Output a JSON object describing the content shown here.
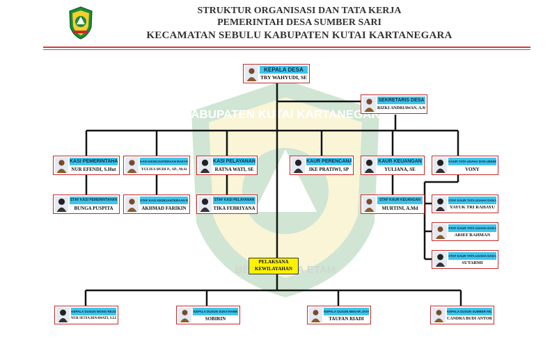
{
  "header": {
    "line1": "STRUKTUR ORGANISASI DAN TATA KERJA",
    "line2": "PEMERINTAH DESA SUMBER SARI",
    "line3": "KECAMATAN SEBULU KABUPATEN KUTAI KARTANEGARA"
  },
  "watermark": {
    "top_text": "KABUPATEN KUTAI KARTANEGARA",
    "bottom_text": "BENA BENUA ETAM"
  },
  "colors": {
    "accent_red": "#c62828",
    "role_blue": "#3fc4ea",
    "role_yellow": "#ffe23a",
    "pelaksana_yellow": "#fff200",
    "watermark_green": "#2e8b3a"
  },
  "pelaksana": {
    "line1": "PELAKSANA",
    "line2": "KEWILAYAHAN"
  },
  "positions": {
    "kepala_desa": {
      "role": "KEPALA DESA",
      "name": "TRY WAHYUDI, SE"
    },
    "sekretaris": {
      "role": "SEKRETARIS DESA",
      "name": "RIZKI ANDRIAWAN, A.Md"
    },
    "kasi_pemerintahan": {
      "role": "KASI PEMERINTAHAN",
      "name": "NUR EFENDI, S.Hut"
    },
    "kasi_kesejahteraan": {
      "role": "KASI KESEJAHTERAAN RAKYAT",
      "name": "YULIUS BUDI P., SP., M.Si"
    },
    "kasi_pelayanan": {
      "role": "KASI PELAYANAN",
      "name": "RATNA WATI, SE"
    },
    "kaur_perencanaan": {
      "role": "KAUR PERENCANAAN",
      "name": "IKE PRATIWI, SP"
    },
    "kaur_keuangan": {
      "role": "KAUR KEUANGAN",
      "name": "YULIANA, SE"
    },
    "kaur_tu_umum": {
      "role": "KAUR TATA USAHA DAN UMUM",
      "name": "VONY"
    },
    "staf_pemerintahan": {
      "role": "STAF KASI PEMERINTAHAN",
      "name": "BUNGA PUSPITA"
    },
    "staf_kesejahteraan": {
      "role": "STAF KASI KESEJAHTERAAN RAKYAT",
      "name": "AKHMAD FARIKIN"
    },
    "staf_pelayanan": {
      "role": "STAF KASI PELAYANAN",
      "name": "TIKA FEBRIYANA"
    },
    "staf_keuangan": {
      "role": "STAF KAUR KEUANGAN",
      "name": "MURTINI, A.Md"
    },
    "staf_tu_1": {
      "role": "STAF KAUR TATA USAHA DAN UMUM",
      "name": "YAYUK TRI RAHAYU"
    },
    "staf_tu_2": {
      "role": "STAF KAUR TATA USAHA DAN UMUM",
      "name": "ARIEF RAHMAN"
    },
    "staf_tu_3": {
      "role": "STAF KAUR TATA USAHA DAN UMUM",
      "name": "SUTARMI"
    },
    "kadus_wono_rejo": {
      "role": "KEPALA DUSUN WONO REJO",
      "name": "NUR SETIA RINAWATI, S.I.P"
    },
    "kadus_suka_rame": {
      "role": "KEPALA DUSUN SUKA RAME",
      "name": "SOBIRIN"
    },
    "kadus_mekar_jaya": {
      "role": "KEPALA DUSUN MEKAR JAYA",
      "name": "TAUFAN RIADI"
    },
    "kadus_sumber_rejo": {
      "role": "KEPALA DUSUN SUMBER REJO",
      "name": "CANDRA BUDI ANTORO"
    }
  }
}
